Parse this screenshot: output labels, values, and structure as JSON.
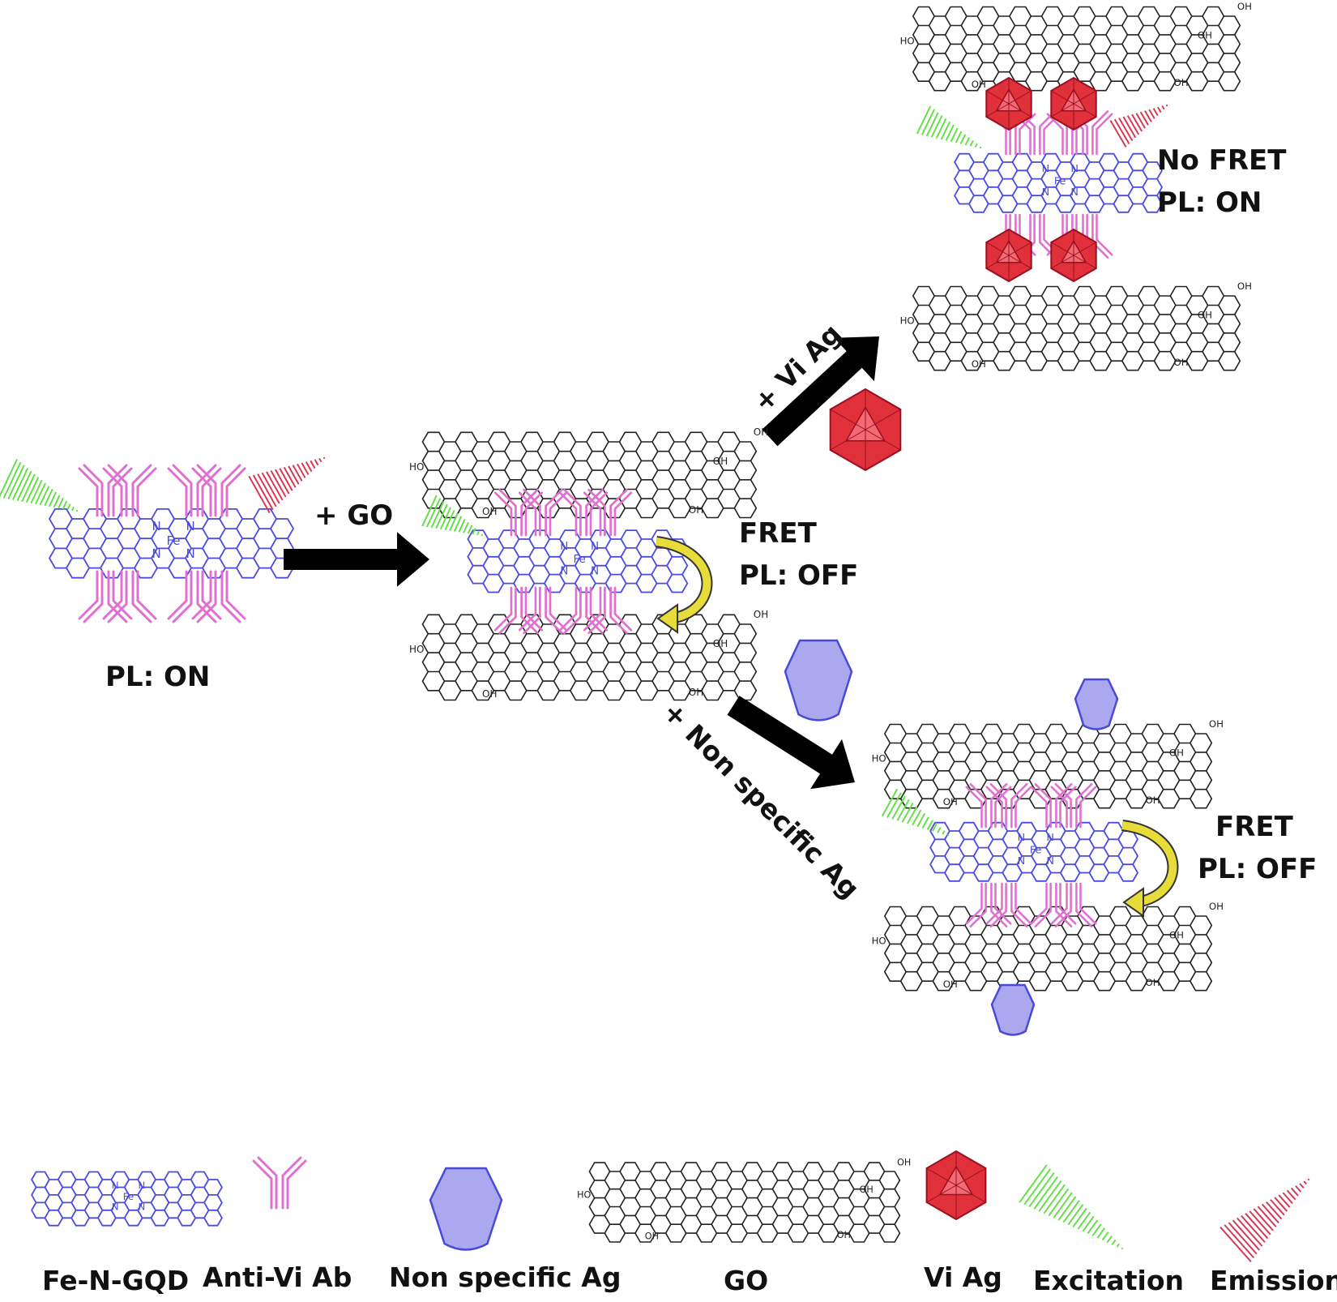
{
  "labels": {
    "pl_on_left": "PL: ON",
    "plus_go": "+ GO",
    "fret_center": "FRET",
    "pl_off_center": "PL: OFF",
    "plus_vi_ag": "+ Vi Ag",
    "no_fret": "No FRET",
    "pl_on_upper": "PL: ON",
    "plus_nonspecific": "+ Non specific Ag",
    "fret_lower": "FRET",
    "pl_off_lower": "PL: OFF",
    "oh": "OH",
    "ho": "HO",
    "n": "N",
    "fe": "Fe"
  },
  "legend": {
    "fe_n_gqd": "Fe-N-GQD",
    "anti_vi_ab": "Anti-Vi Ab",
    "nonspecific_ag": "Non specific Ag",
    "go": "GO",
    "vi_ag": "Vi Ag",
    "excitation": "Excitation",
    "emission": "Emission"
  },
  "colors": {
    "gqd": "#4b4be0",
    "antibody": "#e070d0",
    "go": "#222222",
    "vi_ag_red": "#e0303a",
    "nonspecific_fill": "#aaa8ee",
    "nonspecific_stroke": "#4a4ad8",
    "excitation": "#66e04a",
    "emission": "#d83a55",
    "fret_arrow": "#e8dc3a",
    "arrow": "#000000"
  }
}
